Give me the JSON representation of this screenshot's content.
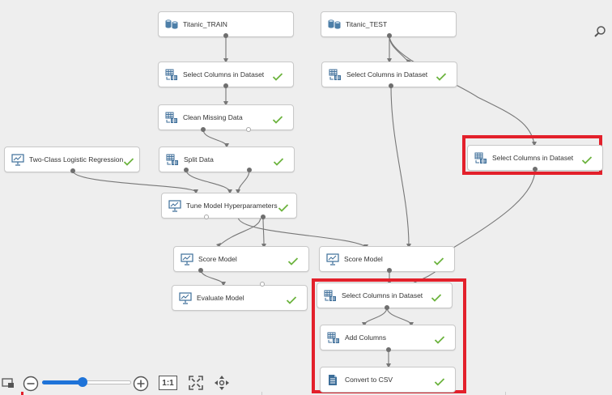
{
  "canvas": {
    "nodes": [
      {
        "id": "titanic-train",
        "label": "Titanic_TRAIN",
        "icon": "dataset-icon",
        "check": false
      },
      {
        "id": "titanic-test",
        "label": "Titanic_TEST",
        "icon": "dataset-icon",
        "check": false
      },
      {
        "id": "select-columns-1",
        "label": "Select Columns in Dataset",
        "icon": "table-transform-icon",
        "check": true
      },
      {
        "id": "select-columns-2",
        "label": "Select Columns in Dataset",
        "icon": "table-transform-icon",
        "check": true
      },
      {
        "id": "clean-missing",
        "label": "Clean Missing Data",
        "icon": "table-transform-icon",
        "check": true
      },
      {
        "id": "logistic",
        "label": "Two-Class Logistic Regression",
        "icon": "model-icon",
        "check": true
      },
      {
        "id": "split-data",
        "label": "Split Data",
        "icon": "table-transform-icon",
        "check": true
      },
      {
        "id": "select-columns-3",
        "label": "Select Columns in Dataset",
        "icon": "table-transform-icon",
        "check": true
      },
      {
        "id": "tune-model",
        "label": "Tune Model Hyperparameters",
        "icon": "model-icon",
        "check": true
      },
      {
        "id": "score-model-1",
        "label": "Score Model",
        "icon": "model-icon",
        "check": true
      },
      {
        "id": "score-model-2",
        "label": "Score Model",
        "icon": "model-icon",
        "check": true
      },
      {
        "id": "evaluate-model",
        "label": "Evaluate Model",
        "icon": "model-icon",
        "check": true
      },
      {
        "id": "select-columns-4",
        "label": "Select Columns in Dataset",
        "icon": "table-transform-icon",
        "check": true
      },
      {
        "id": "add-columns",
        "label": "Add Columns",
        "icon": "table-transform-icon",
        "check": true
      },
      {
        "id": "convert-csv",
        "label": "Convert to CSV",
        "icon": "convert-icon",
        "check": true
      }
    ],
    "status_icon": "checkmark-icon"
  },
  "toolbar": {
    "zoom_reset_label": "1:1",
    "zoom_level": 0.45,
    "icons": [
      "minimap-icon",
      "zoom-out-icon",
      "zoom-in-icon",
      "actual-size-icon",
      "fit-to-screen-icon",
      "pan-icon"
    ]
  },
  "search": {
    "icon": "search-icon"
  },
  "colors": {
    "accent": "#1e73d8",
    "highlight": "#e3202b",
    "check": "#6cb33e"
  }
}
